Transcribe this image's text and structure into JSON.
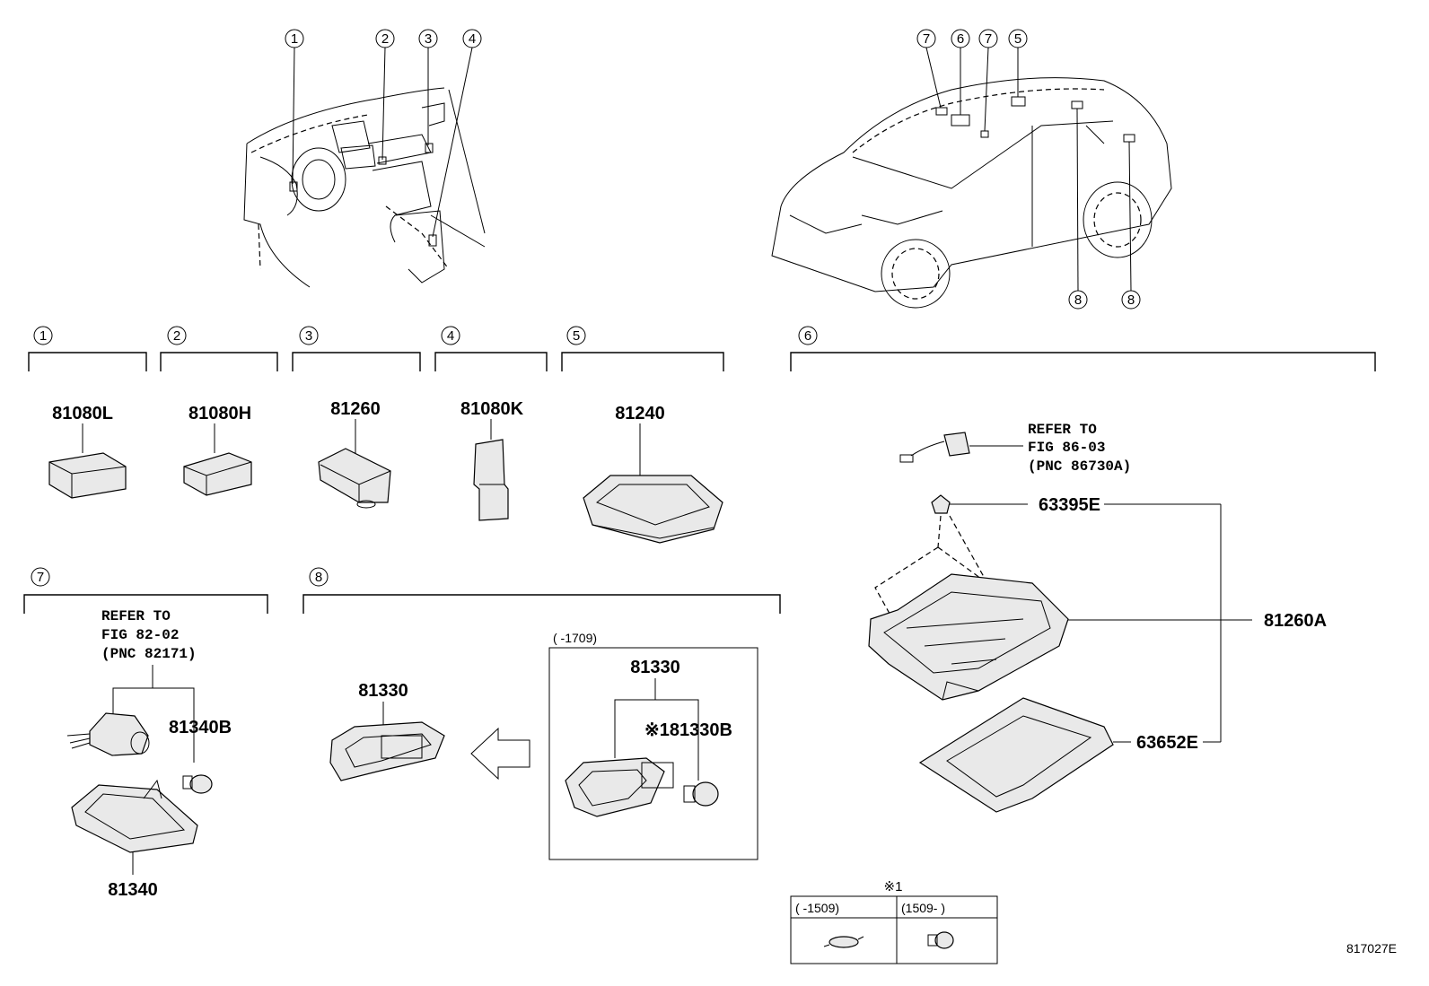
{
  "top_callouts": {
    "dash": [
      "1",
      "2",
      "3",
      "4"
    ],
    "car": [
      "7",
      "6",
      "7",
      "5",
      "8",
      "8"
    ]
  },
  "groups": [
    {
      "num": "1",
      "part": "81080L"
    },
    {
      "num": "2",
      "part": "81080H"
    },
    {
      "num": "3",
      "part": "81260"
    },
    {
      "num": "4",
      "part": "81080K"
    },
    {
      "num": "5",
      "part": "81240"
    },
    {
      "num": "6"
    },
    {
      "num": "7"
    },
    {
      "num": "8"
    }
  ],
  "group6": {
    "refer": [
      "REFER TO",
      "FIG 86-03",
      "(PNC 86730A)"
    ],
    "parts": [
      "63395E",
      "81260A",
      "63652E"
    ]
  },
  "group7": {
    "refer": [
      "REFER TO",
      "FIG 82-02",
      "(PNC 82171)"
    ],
    "parts": [
      "81340B",
      "81340"
    ]
  },
  "group8": {
    "part_main": "81330",
    "box_header": "(      -1709)",
    "box_part": "81330",
    "box_bulb": "※181330B"
  },
  "note_table": {
    "title": "※1",
    "col1": "(      -1509)",
    "col2": "(1509-      )"
  },
  "figure_code": "817027E"
}
